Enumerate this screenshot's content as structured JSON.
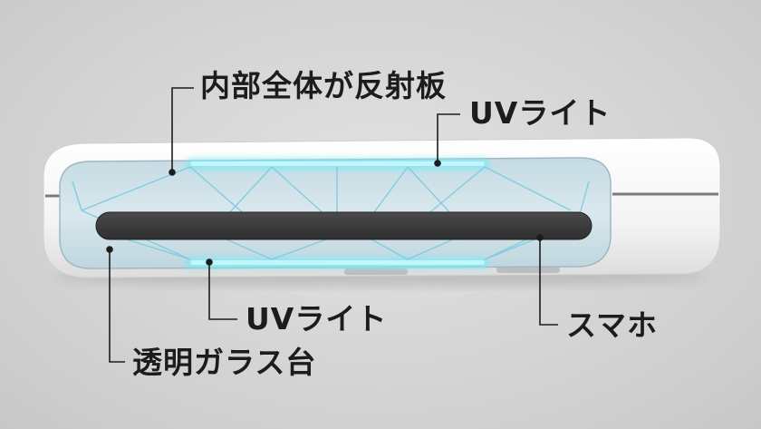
{
  "labels": {
    "reflector": "内部全体が反射板",
    "uv_light_top": "UVライト",
    "uv_light_bottom": "UVライト",
    "glass_stand": "透明ガラス台",
    "smartphone": "スマホ"
  },
  "colors": {
    "background": "#d6d6d6",
    "device_body": "#f7f7f7",
    "interior": "#cfe0e6",
    "uv_glow": "#7fe8f4",
    "phone": "#3e3e3e",
    "leader_line": "#1c1c1c",
    "text": "#1c1c1c"
  }
}
